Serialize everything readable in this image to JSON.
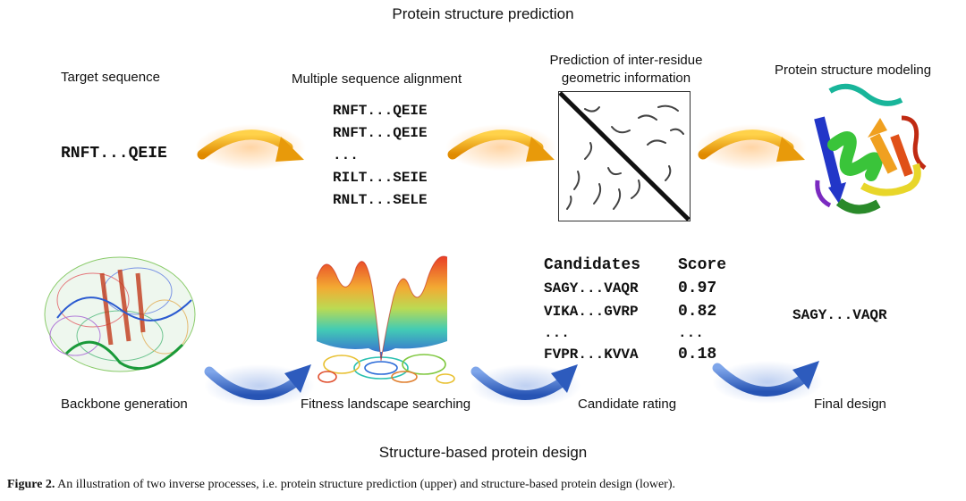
{
  "top_title": "Protein structure prediction",
  "bottom_title": "Structure-based protein design",
  "prediction": {
    "target_label": "Target sequence",
    "target_seq": "RNFT...QEIE",
    "msa_label": "Multiple sequence alignment",
    "msa": [
      "RNFT...QEIE",
      "RNFT...QEIE",
      "...",
      "RILT...SEIE",
      "RNLT...SELE"
    ],
    "contact_label_1": "Prediction of inter-residue",
    "contact_label_2": "geometric information",
    "modeling_label": "Protein structure modeling"
  },
  "design": {
    "backbone_label": "Backbone generation",
    "fitness_label": "Fitness landscape searching",
    "rating_label": "Candidate rating",
    "final_label": "Final design",
    "final_seq": "SAGY...VAQR",
    "table": {
      "header_candidates": "Candidates",
      "header_score": "Score",
      "rows": [
        {
          "seq": "SAGY...VAQR",
          "score": "0.97"
        },
        {
          "seq": "VIKA...GVRP",
          "score": "0.82"
        },
        {
          "seq": "...",
          "score": "..."
        },
        {
          "seq": "FVPR...KVVA",
          "score": "0.18"
        }
      ]
    }
  },
  "caption": {
    "fig_label": "Figure 2.",
    "text": " An illustration of two inverse processes, i.e. protein structure prediction (upper) and structure-based protein design (lower)."
  },
  "colors": {
    "orange_arrow": "#f0a81a",
    "blue_arrow": "#3d6fc7"
  }
}
